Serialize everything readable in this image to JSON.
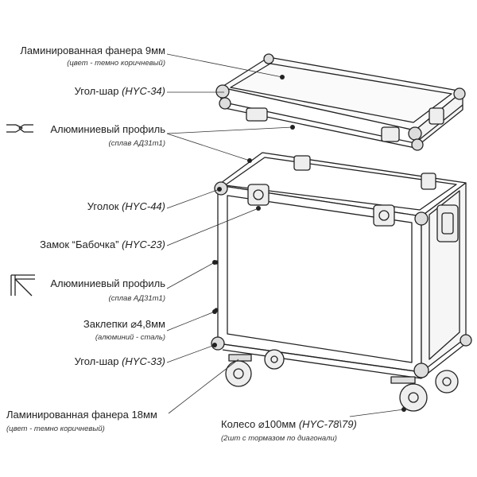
{
  "labels": {
    "plywood_9": {
      "main": "Ламинированная фанера 9мм",
      "sub": "(цвет - темно коричневый)"
    },
    "ball_corner_top": {
      "main": "Угол-шар",
      "code": "(HYC-34)"
    },
    "alu_profile_top": {
      "main": "Алюминиевый профиль",
      "sub": "(сплав АД31т1)"
    },
    "corner": {
      "main": "Уголок",
      "code": "(HYC-44)"
    },
    "lock": {
      "main": "Замок “Бабочка”",
      "code": "(HYC-23)"
    },
    "alu_profile_bottom": {
      "main": "Алюминиевый профиль",
      "sub": "(сплав АД31т1)"
    },
    "rivets": {
      "main": "Заклепки  ⌀4,8мм",
      "sub": "(алюминий - сталь)"
    },
    "ball_corner_bottom": {
      "main": "Угол-шар",
      "code": "(HYC-33)"
    },
    "plywood_18": {
      "main": "Ламинированная фанера 18мм",
      "sub": "(цвет - темно коричневый)"
    },
    "wheel": {
      "main": "Колесо ⌀100мм",
      "code": "(HYC-78\\79)",
      "sub": "(2шт с тормазом по диагонали)"
    }
  }
}
